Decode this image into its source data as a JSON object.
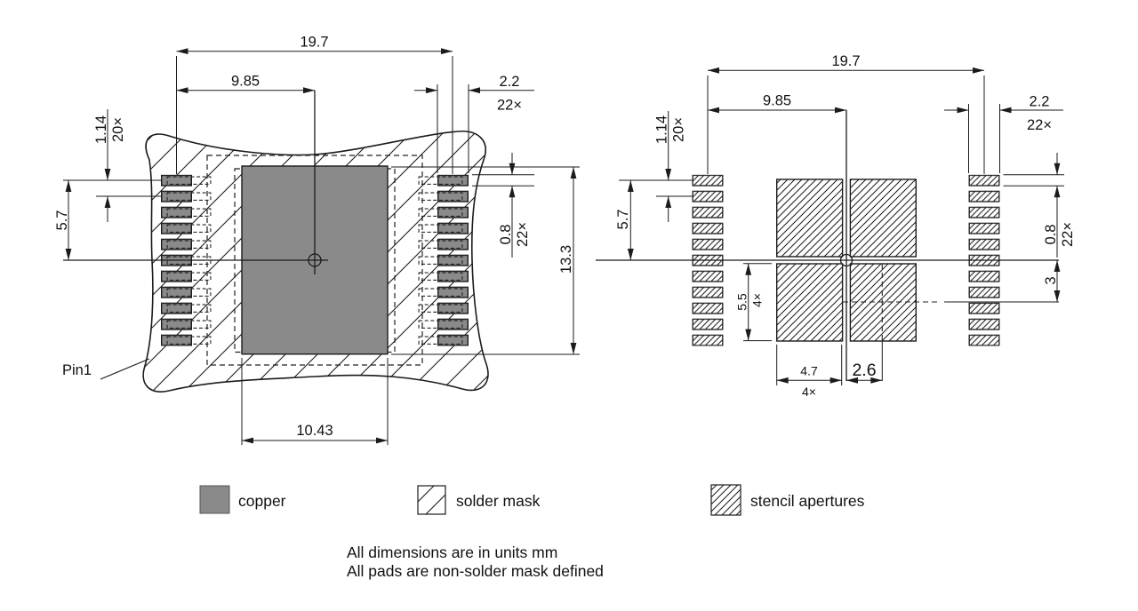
{
  "left_view": {
    "pin1_label": "Pin1",
    "dims": {
      "overall_pad_span": "19.7",
      "half_span": "9.85",
      "pad_width": "2.2",
      "pad_width_count": "22×",
      "pad_pitch": "1.14",
      "pad_pitch_count": "20×",
      "row_half_span": "5.7",
      "pad_height": "0.8",
      "pad_height_count": "22×",
      "copper_height": "13.3",
      "copper_width": "10.43"
    }
  },
  "right_view": {
    "dims": {
      "overall_pad_span": "19.7",
      "half_span": "9.85",
      "pad_width": "2.2",
      "pad_width_count": "22×",
      "pad_pitch": "1.14",
      "pad_pitch_count": "20×",
      "row_half_span": "5.7",
      "pad_height": "0.8",
      "pad_height_count": "22×",
      "aperture_offset_y": "3",
      "aperture_height": "5.5",
      "aperture_height_count": "4×",
      "aperture_width": "4.7",
      "aperture_width_count": "4×",
      "aperture_offset_x": "2.6"
    }
  },
  "legend": {
    "copper_label": "copper",
    "solder_mask_label": "solder mask",
    "stencil_label": "stencil apertures"
  },
  "notes": {
    "line1": "All dimensions are in units mm",
    "line2": "All pads are non-solder mask defined"
  },
  "colors": {
    "copper_fill": "#8a8a8a",
    "line": "#1b1b1b"
  }
}
